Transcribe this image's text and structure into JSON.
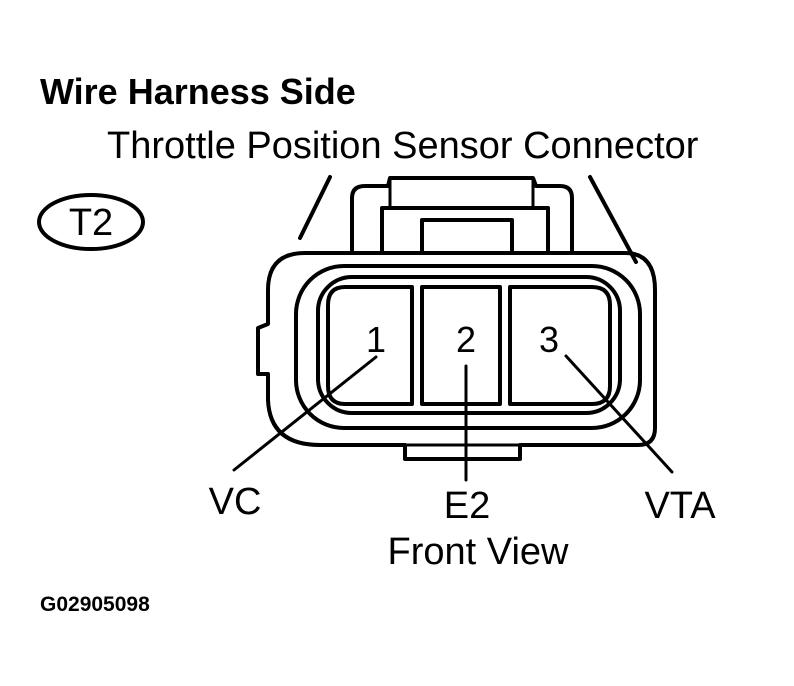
{
  "heading": "Wire Harness Side",
  "subheading": "Throttle Position Sensor Connector",
  "connector_tag": "T2",
  "pins": [
    {
      "number": "1",
      "signal": "VC"
    },
    {
      "number": "2",
      "signal": "E2"
    },
    {
      "number": "3",
      "signal": "VTA"
    }
  ],
  "view_label": "Front View",
  "figure_code": "G02905098"
}
